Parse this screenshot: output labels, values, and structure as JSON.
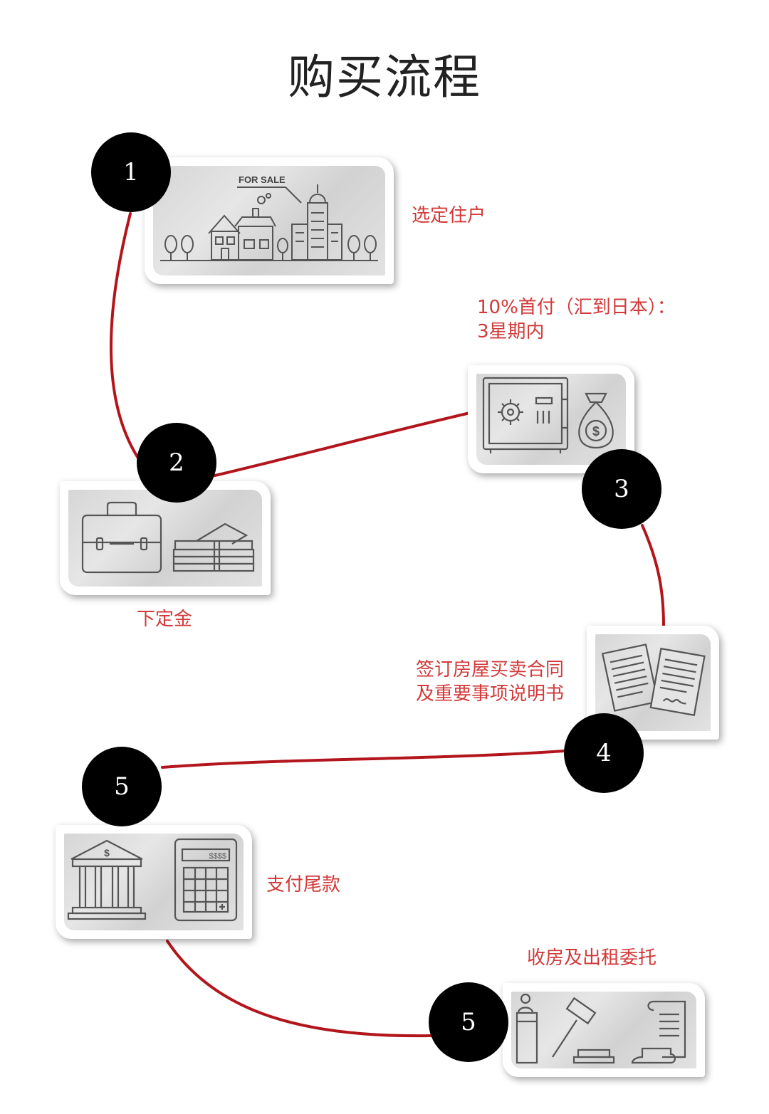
{
  "title": "购买流程",
  "colors": {
    "route": "#b2151b",
    "label": "#d23a3a",
    "badge": "#000000",
    "card_bg": "#dcdcdc",
    "icon_stroke": "#555555"
  },
  "steps": [
    {
      "number": "1",
      "label": "选定住户",
      "sign_text": "FOR SALE",
      "icons": [
        "for-sale-sign-icon",
        "house-icon",
        "apartment-building-icon",
        "tree-icon"
      ]
    },
    {
      "number": "2",
      "label": "下定金",
      "icons": [
        "briefcase-icon",
        "cash-stack-icon"
      ]
    },
    {
      "number": "3",
      "label_lines": [
        "10%首付（汇到日本）：",
        "3星期内"
      ],
      "icons": [
        "safe-icon",
        "money-bag-icon"
      ],
      "money_symbol": "$"
    },
    {
      "number": "4",
      "label_lines": [
        "签订房屋买卖合同",
        "及重要事项说明书"
      ],
      "icons": [
        "contract-documents-icon"
      ]
    },
    {
      "number": "5",
      "label": "支付尾款",
      "icons": [
        "bank-icon",
        "calculator-icon"
      ],
      "bank_symbol": "$",
      "calc_display": "$$$$"
    },
    {
      "number": "5",
      "label": "收房及出租委托",
      "icons": [
        "speaker-podium-icon",
        "gavel-icon",
        "scroll-icon"
      ]
    }
  ]
}
